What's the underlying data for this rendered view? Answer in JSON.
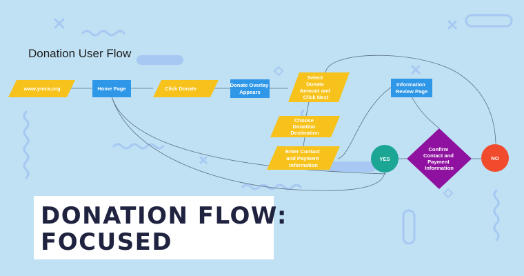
{
  "colors": {
    "background": "#bfe1f3",
    "parallelogram": "#f7c21b",
    "rectangle": "#2f97e8",
    "yes_circle": "#1aa693",
    "no_circle": "#f04b2c",
    "diamond": "#8f119f",
    "decor": "#a7c8f2",
    "connector": "#5b6f85",
    "headline_text": "#1f2340"
  },
  "diagram": {
    "title": "Donation User Flow",
    "nodes": [
      {
        "id": "ymca",
        "shape": "parallelogram",
        "lines": [
          "www.ymca.org"
        ]
      },
      {
        "id": "home",
        "shape": "rectangle",
        "lines": [
          "Home Page"
        ]
      },
      {
        "id": "click-donate",
        "shape": "parallelogram",
        "lines": [
          "Click Donate"
        ]
      },
      {
        "id": "overlay",
        "shape": "rectangle",
        "lines": [
          "Donate Overlay",
          "Appears"
        ]
      },
      {
        "id": "select-amount",
        "shape": "parallelogram",
        "lines": [
          "Select",
          "Donate",
          "Amount and",
          "Click Next"
        ]
      },
      {
        "id": "choose-destination",
        "shape": "parallelogram",
        "lines": [
          "Choose",
          "Donation",
          "Destination"
        ]
      },
      {
        "id": "enter-contact",
        "shape": "parallelogram",
        "lines": [
          "Enter Contact",
          "and Payment",
          "Information"
        ]
      },
      {
        "id": "yes",
        "shape": "circle",
        "lines": [
          "YES"
        ]
      },
      {
        "id": "confirm",
        "shape": "diamond",
        "lines": [
          "Confirm",
          "Contact and",
          "Payment",
          "Information"
        ]
      },
      {
        "id": "no",
        "shape": "circle",
        "lines": [
          "NO"
        ]
      },
      {
        "id": "review",
        "shape": "rectangle",
        "lines": [
          "Information",
          "Review Page"
        ]
      }
    ]
  },
  "headline": {
    "line1": "DONATION FLOW:",
    "line2": "FOCUSED"
  }
}
